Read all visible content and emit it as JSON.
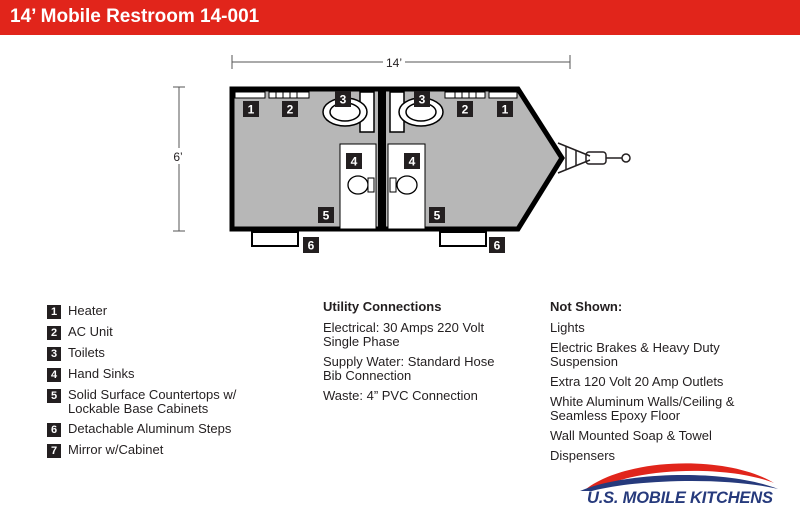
{
  "header": {
    "title": "14’ Mobile Restroom 14-001"
  },
  "dimensions": {
    "width_label": "14’",
    "height_label": "6’"
  },
  "plan_tags": [
    "1",
    "2",
    "3",
    "4",
    "5",
    "6"
  ],
  "legend": [
    {
      "num": "1",
      "label": "Heater"
    },
    {
      "num": "2",
      "label": "AC Unit"
    },
    {
      "num": "3",
      "label": "Toilets"
    },
    {
      "num": "4",
      "label": "Hand Sinks"
    },
    {
      "num": "5",
      "label": "Solid Surface Countertops w/ Lockable Base Cabinets"
    },
    {
      "num": "6",
      "label": "Detachable Aluminum Steps"
    },
    {
      "num": "7",
      "label": "Mirror w/Cabinet"
    }
  ],
  "utility": {
    "heading": "Utility Connections",
    "items": [
      "Electrical: 30 Amps 220 Volt Single Phase",
      "Supply Water: Standard Hose Bib Connection",
      "Waste: 4” PVC Connection"
    ]
  },
  "not_shown": {
    "heading": "Not Shown:",
    "items": [
      "Lights",
      "Electric Brakes & Heavy Duty Suspension",
      "Extra 120 Volt 20 Amp Outlets",
      "White Aluminum Walls/Ceiling & Seamless Epoxy Floor",
      "Wall Mounted Soap & Towel",
      "Dispensers"
    ]
  },
  "logo": {
    "text": "U.S. MOBILE KITCHENS",
    "colors": {
      "red": "#e1251b",
      "blue": "#263a7c"
    }
  },
  "colors": {
    "header": "#e1251b",
    "floor": "#b7b7b7",
    "wall": "#000000"
  }
}
